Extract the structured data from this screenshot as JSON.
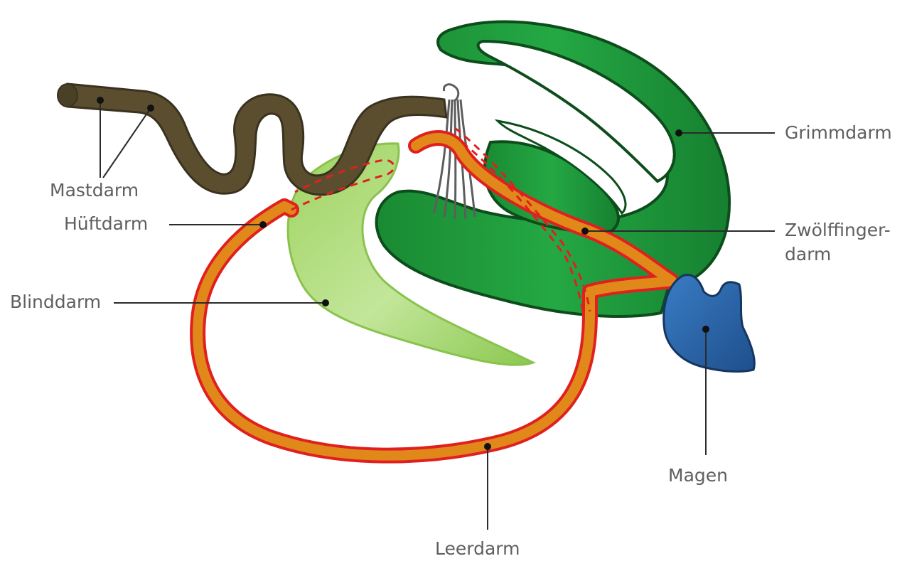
{
  "organs": {
    "mastdarm": "Mastdarm",
    "hueftdarm": "Hüftdarm",
    "blinddarm": "Blinddarm",
    "grimmdarm": "Grimmdarm",
    "zwoelffingerdarm_line1": "Zwölffinger-",
    "zwoelffingerdarm_line2": "darm",
    "magen": "Magen",
    "leerdarm": "Leerdarm"
  },
  "colors": {
    "rectum": "#5b4e2e",
    "colon": "#1f9a3a",
    "cecum": "#a9d86a",
    "small_intestine": "#e0891a",
    "small_intestine_outline": "#e02020",
    "stomach": "#2a64a8",
    "mesentery": "#5d5d5d",
    "label_text": "#5f5f5f"
  }
}
